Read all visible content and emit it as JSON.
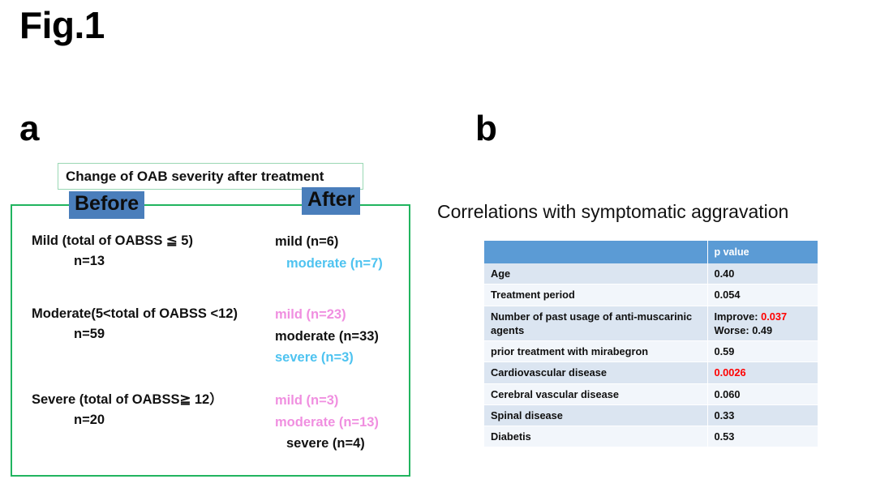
{
  "figure": {
    "title": "Fig.1"
  },
  "panel_a": {
    "letter": "a",
    "caption": "Change of OAB severity after treatment",
    "columns": {
      "before": "Before",
      "after": "After"
    },
    "accent_colors": {
      "frame_green": "#21b45f",
      "caption_border_green": "#9ad8b4",
      "header_blue": "#4a7ebb",
      "cyan": "#4ec3f0",
      "pink": "#f08fe0",
      "black": "#111111"
    },
    "groups": [
      {
        "before_label": "Mild (total of OABSS ≦  5)",
        "before_n": "n=13",
        "after": [
          {
            "text": "mild   (n=6)",
            "color": "black",
            "indent": 1
          },
          {
            "text": "moderate (n=7)",
            "color": "cyan",
            "indent": 2
          }
        ]
      },
      {
        "before_label": "Moderate(5<total of OABSS <12)",
        "before_n": "n=59",
        "after": [
          {
            "text": "mild  (n=23)",
            "color": "pink",
            "indent": 1
          },
          {
            "text": "moderate (n=33)",
            "color": "black",
            "indent": 1
          },
          {
            "text": "severe (n=3)",
            "color": "cyan",
            "indent": 1
          }
        ]
      },
      {
        "before_label": "Severe (total of OABSS≧ 12）",
        "before_n": "n=20",
        "after": [
          {
            "text": "mild  (n=3)",
            "color": "pink",
            "indent": 1
          },
          {
            "text": "moderate (n=13)",
            "color": "pink",
            "indent": 1
          },
          {
            "text": "severe (n=4)",
            "color": "black",
            "indent": 2
          }
        ]
      }
    ]
  },
  "panel_b": {
    "letter": "b",
    "title": "Correlations with symptomatic aggravation",
    "table": {
      "header_blue": "#5b9bd5",
      "band_a": "#dbe5f1",
      "band_b": "#f2f6fb",
      "significant_color": "#ff0000",
      "columns": [
        "",
        "p value"
      ],
      "rows": [
        {
          "factor": "Age",
          "p_lines": [
            {
              "text": "0.40",
              "significant": false
            }
          ]
        },
        {
          "factor": "Treatment period",
          "p_lines": [
            {
              "text": "0.054",
              "significant": false
            }
          ]
        },
        {
          "factor": "Number of past usage of anti-muscarinic agents",
          "p_lines": [
            {
              "prefix": "Improve: ",
              "text": "0.037",
              "significant": true
            },
            {
              "prefix": "Worse: ",
              "text": "0.49",
              "significant": false
            }
          ]
        },
        {
          "factor": "prior treatment with mirabegron",
          "p_lines": [
            {
              "text": "0.59",
              "significant": false
            }
          ]
        },
        {
          "factor": "Cardiovascular disease",
          "p_lines": [
            {
              "text": "0.0026",
              "significant": true
            }
          ]
        },
        {
          "factor": "Cerebral vascular disease",
          "p_lines": [
            {
              "text": "0.060",
              "significant": false
            }
          ]
        },
        {
          "factor": "Spinal disease",
          "p_lines": [
            {
              "text": "0.33",
              "significant": false
            }
          ]
        },
        {
          "factor": "Diabetis",
          "p_lines": [
            {
              "text": "0.53",
              "significant": false
            }
          ]
        }
      ]
    }
  }
}
